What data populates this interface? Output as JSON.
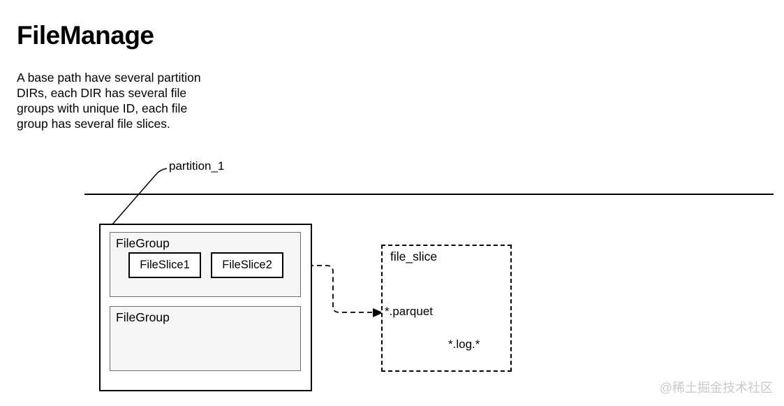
{
  "title": "FileManage",
  "intro": {
    "lines": [
      "A base path have several partition",
      "DIRs, each DIR has several file",
      "groups with unique ID, each file",
      "group has several file slices."
    ]
  },
  "partition": {
    "label": "partition_1",
    "file_groups": [
      {
        "label": "FileGroup",
        "slices": [
          "FileSlice1",
          "FileSlice2"
        ]
      },
      {
        "label": "FileGroup",
        "slices": []
      }
    ]
  },
  "file_slice": {
    "label": "file_slice",
    "parquet_label": "*.parquet",
    "log_label": "*.log.*"
  },
  "watermark": "@稀土掘金技术社区",
  "colors": {
    "parquet_file_fill": "#dae8fc",
    "parquet_file_stroke": "#6c8ebf",
    "parquet_fold_fill": "#c3d6f0",
    "log_file_fill": "#faedc4",
    "log_file_stroke": "#d0a73f",
    "log_fold_fill": "#f0dd9f",
    "filegroup_fill": "#f5f5f5",
    "filegroup_stroke": "#6e6e6e",
    "line_color": "#000000",
    "watermark_color": "#c9c9c9"
  }
}
